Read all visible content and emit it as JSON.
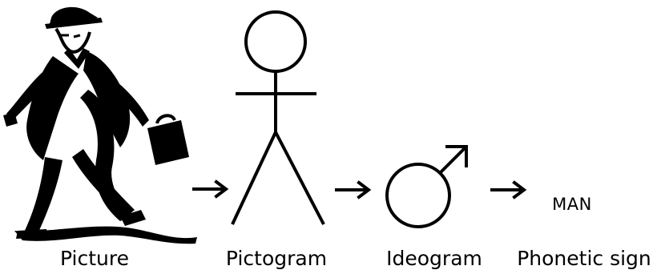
{
  "stages": [
    {
      "id": "picture",
      "caption": "Picture",
      "icon": "walking-businessman-picture"
    },
    {
      "id": "pictogram",
      "caption": "Pictogram",
      "icon": "stick-figure-icon"
    },
    {
      "id": "ideogram",
      "caption": "Ideogram",
      "icon": "male-symbol-icon"
    },
    {
      "id": "phonetic",
      "caption": "Phonetic sign",
      "sign": "MAN"
    }
  ],
  "arrows": [
    "right-arrow",
    "right-arrow",
    "right-arrow"
  ],
  "colors": {
    "ink": "#000000",
    "background": "#ffffff"
  }
}
